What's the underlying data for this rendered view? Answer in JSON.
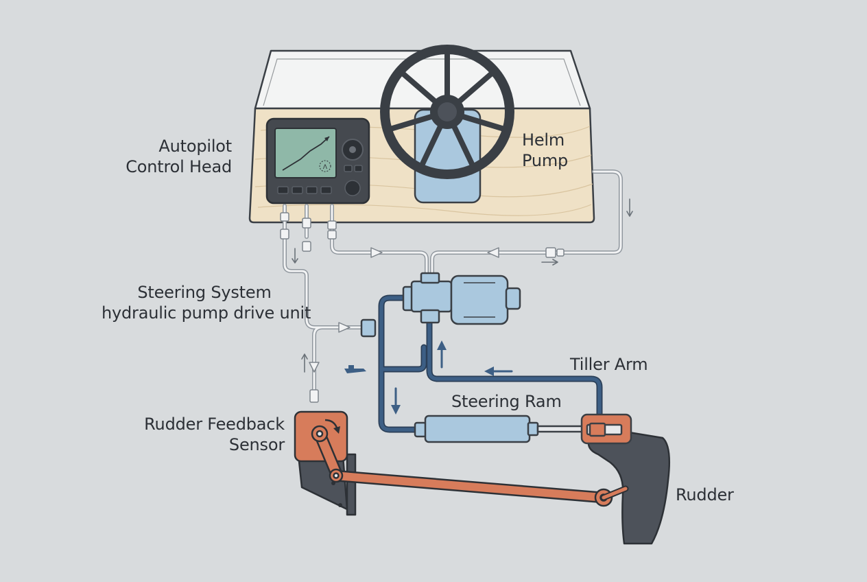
{
  "labels": {
    "autopilot": [
      "Autopilot",
      "Control Head"
    ],
    "helm": [
      "Helm",
      "Pump"
    ],
    "drive": [
      "Steering System",
      "hydraulic pump drive unit"
    ],
    "tiller": "Tiller Arm",
    "ram": "Steering Ram",
    "sensor": [
      "Rudder Feedback",
      "Sensor"
    ],
    "rudder": "Rudder"
  },
  "colors": {
    "background": "#d8dbdd",
    "outline": "#3a3f45",
    "wood": "#efe1c6",
    "console_top": "#f3f4f4",
    "screen": "#8fb8a8",
    "hydraulic": "#3d5f85",
    "component_blue": "#aac8de",
    "arm_orange": "#d77c5b",
    "rudder_dark": "#4d525a",
    "signal_line": "#f2f3f4"
  }
}
